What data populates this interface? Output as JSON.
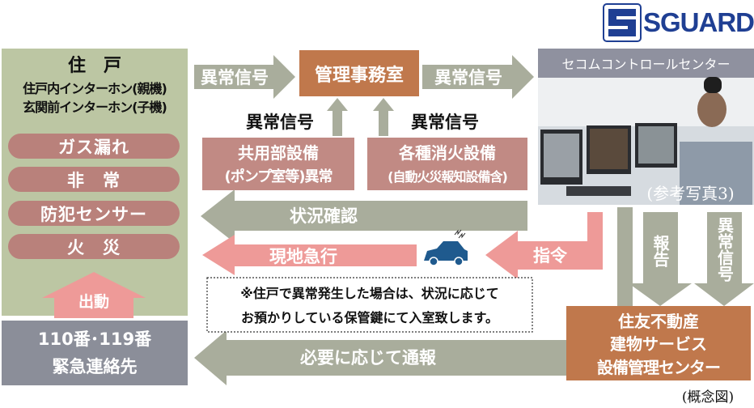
{
  "logo": {
    "text": "SGUARD"
  },
  "residence": {
    "title": "住　戸",
    "line1": "住戸内インターホン(親機)",
    "line2": "玄関前インターホン(子機)",
    "items": [
      "ガス漏れ",
      "非　常",
      "防犯センサー",
      "火　災"
    ]
  },
  "dispatch_label": "出動",
  "emergency": {
    "line1": "110番･119番",
    "line2": "緊急連絡先"
  },
  "arrows": {
    "signal_to_office": "異常信号",
    "signal_to_center": "異常信号",
    "signal_up_left": "異常信号",
    "signal_up_right": "異常信号",
    "status_check": "状況確認",
    "rush_to_site": "現地急行",
    "command": "指令",
    "notify": "必要に応じて通報",
    "report": "報告",
    "signal_down": "異常信号"
  },
  "office": "管理事務室",
  "common_equipment": {
    "line1": "共用部設備",
    "line2": "(ポンプ室等)異常"
  },
  "fire_equipment": {
    "line1": "各種消火設備",
    "line2": "(自動火災報知設備含)"
  },
  "control_center": {
    "title": "セコムコントロールセンター",
    "photo_caption": "(参考写真3)"
  },
  "note": {
    "line1": "※住戸で異常発生した場合は、状況に応じて",
    "line2": "お預かりしている保管鍵にて入室致します。"
  },
  "sumitomo": {
    "line1": "住友不動産",
    "line2": "建物サービス",
    "line3": "設備管理センター"
  },
  "caption": "(概念図)",
  "colors": {
    "green_box": "#bcc6a3",
    "pill": "#b9817b",
    "gray_arrow": "#a9ad9c",
    "pink_arrow": "#ee9a98",
    "orange_box": "#c0784c",
    "rose_box": "#c18a84",
    "center_header": "#8f919f",
    "emergency_box": "#8b8e99",
    "logo_blue": "#1f3f93"
  }
}
